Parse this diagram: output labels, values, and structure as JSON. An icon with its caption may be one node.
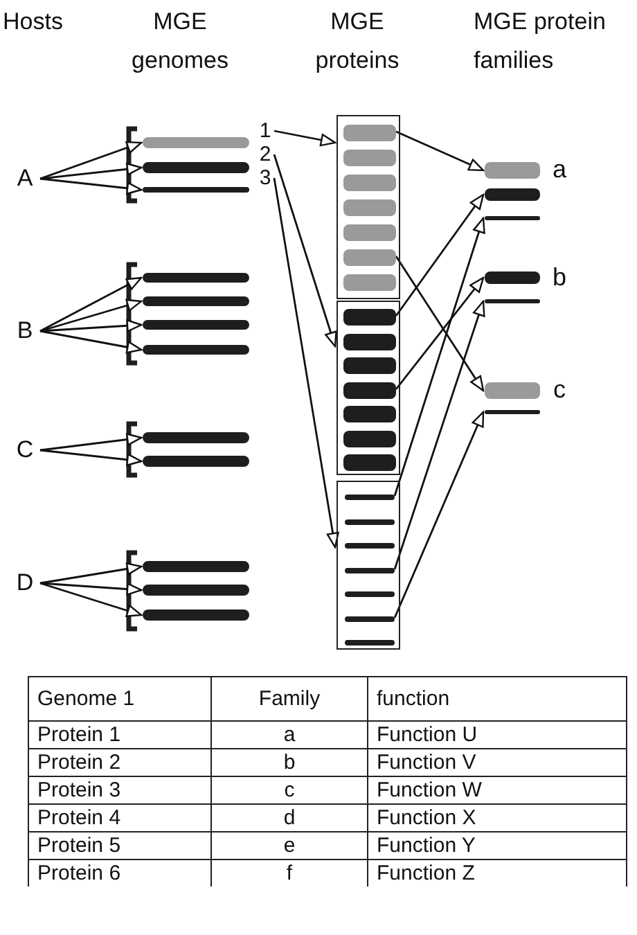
{
  "diagram": {
    "nodes": [
      {
        "text": [
          "A"
        ]
      },
      {
        "text": [
          "B"
        ]
      },
      {
        "text": [
          "C"
        ]
      },
      {
        "text": [
          "D"
        ]
      },
      {
        "text": [],
        "shape": "bar"
      },
      {
        "text": [],
        "shape": "bar"
      },
      {
        "text": [],
        "shape": "bar"
      },
      {
        "text": [],
        "shape": "bar"
      },
      {
        "text": [],
        "shape": "bar"
      },
      {
        "text": [],
        "shape": "bar"
      },
      {
        "text": [],
        "shape": "bar"
      },
      {
        "text": [],
        "shape": "bar"
      },
      {
        "text": [],
        "shape": "bar"
      },
      {
        "text": [],
        "shape": "bar"
      },
      {
        "text": [],
        "shape": "bar"
      },
      {
        "text": [],
        "shape": "bar"
      },
      {
        "text": [
          "1"
        ]
      },
      {
        "text": [
          "2"
        ]
      },
      {
        "text": [
          "3"
        ]
      },
      {
        "text": [],
        "shape": "box"
      },
      {
        "text": [],
        "shape": "box"
      },
      {
        "text": [],
        "shape": "box"
      },
      {
        "text": [],
        "shape": "bar",
        "in": 19
      },
      {
        "text": [],
        "shape": "bar",
        "in": 19
      },
      {
        "text": [],
        "shape": "bar",
        "in": 19
      },
      {
        "text": [],
        "shape": "bar",
        "in": 19
      },
      {
        "text": [],
        "shape": "bar",
        "in": 19
      },
      {
        "text": [],
        "shape": "bar",
        "in": 19
      },
      {
        "text": [],
        "shape": "bar",
        "in": 19
      },
      {
        "text": [],
        "shape": "bar",
        "in": 20
      },
      {
        "text": [],
        "shape": "bar",
        "in": 20
      },
      {
        "text": [],
        "shape": "bar",
        "in": 20
      },
      {
        "text": [],
        "shape": "bar",
        "in": 20
      },
      {
        "text": [],
        "shape": "bar",
        "in": 20
      },
      {
        "text": [],
        "shape": "bar",
        "in": 20
      },
      {
        "text": [],
        "shape": "bar",
        "in": 20
      },
      {
        "text": [],
        "shape": "bar",
        "in": 21
      },
      {
        "text": [],
        "shape": "bar",
        "in": 21
      },
      {
        "text": [],
        "shape": "bar",
        "in": 21
      },
      {
        "text": [],
        "shape": "bar",
        "in": 21
      },
      {
        "text": [],
        "shape": "bar",
        "in": 21
      },
      {
        "text": [],
        "shape": "bar",
        "in": 21
      },
      {
        "text": [],
        "shape": "bar",
        "in": 21
      },
      {
        "text": [],
        "shape": "bar",
        "beside": [
          "a"
        ]
      },
      {
        "text": [],
        "shape": "bar"
      },
      {
        "text": [],
        "shape": "bar"
      },
      {
        "text": [],
        "shape": "bar",
        "beside": [
          "b"
        ]
      },
      {
        "text": [],
        "shape": "bar"
      },
      {
        "text": [],
        "shape": "bar",
        "beside": [
          "c"
        ]
      },
      {
        "text": [],
        "shape": "bar"
      }
    ],
    "edges": [
      {
        "from": 0,
        "to": 4,
        "arrow": "to"
      },
      {
        "from": 0,
        "to": 5,
        "arrow": "to"
      },
      {
        "from": 0,
        "to": 6,
        "arrow": "to"
      },
      {
        "from": 1,
        "to": 7,
        "arrow": "to"
      },
      {
        "from": 1,
        "to": 8,
        "arrow": "to"
      },
      {
        "from": 1,
        "to": 9,
        "arrow": "to"
      },
      {
        "from": 1,
        "to": 10,
        "arrow": "to"
      },
      {
        "from": 2,
        "to": 11,
        "arrow": "to"
      },
      {
        "from": 2,
        "to": 12,
        "arrow": "to"
      },
      {
        "from": 3,
        "to": 13,
        "arrow": "to"
      },
      {
        "from": 3,
        "to": 14,
        "arrow": "to"
      },
      {
        "from": 3,
        "to": 15,
        "arrow": "to"
      },
      {
        "from": 16,
        "to": 19,
        "arrow": "to"
      },
      {
        "from": 17,
        "to": 20,
        "arrow": "to"
      },
      {
        "from": 18,
        "to": 21,
        "arrow": "to"
      },
      {
        "from": 22,
        "to": 43,
        "arrow": "to"
      },
      {
        "from": 27,
        "to": 48,
        "arrow": "to"
      },
      {
        "from": 29,
        "to": 44,
        "arrow": "to"
      },
      {
        "from": 32,
        "to": 46,
        "arrow": "to"
      },
      {
        "from": 36,
        "to": 45,
        "arrow": "to"
      },
      {
        "from": 39,
        "to": 47,
        "arrow": "to"
      },
      {
        "from": 41,
        "to": 49,
        "arrow": "to"
      }
    ],
    "labels": [
      "Hosts",
      "MGE genomes",
      "MGE proteins",
      "MGE protein families",
      "Genome 1",
      "Family",
      "function",
      "Protein 1",
      "a",
      "Function U",
      "Protein 2",
      "b",
      "Function V",
      "Protein 3",
      "c",
      "Function W",
      "Protein 4",
      "d",
      "Function X",
      "Protein 5",
      "e",
      "Function Y",
      "Protein 6",
      "f",
      "Function Z"
    ]
  }
}
